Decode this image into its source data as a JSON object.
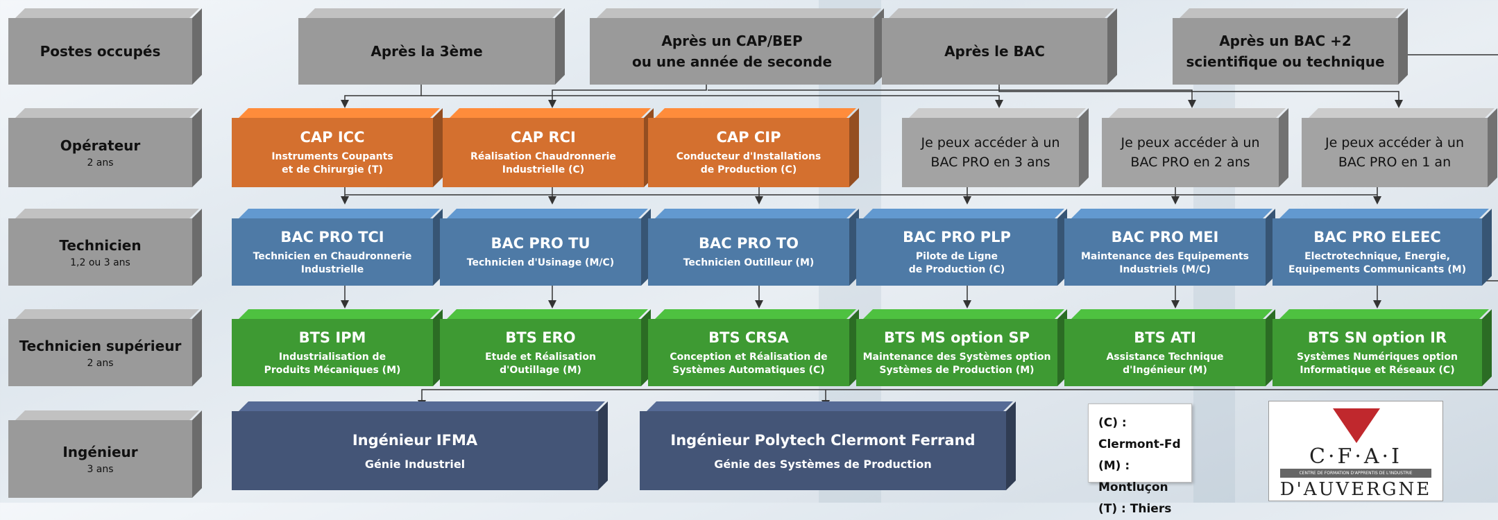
{
  "rows": [
    {
      "title": "Postes occupés",
      "sub": ""
    },
    {
      "title": "Opérateur",
      "sub": "2 ans"
    },
    {
      "title": "Technicien",
      "sub": "1,2 ou 3 ans"
    },
    {
      "title": "Technicien supérieur",
      "sub": "2 ans"
    },
    {
      "title": "Ingénieur",
      "sub": "3 ans"
    }
  ],
  "entries": [
    {
      "line1": "Après la 3ème",
      "line2": ""
    },
    {
      "line1": "Après un CAP/BEP",
      "line2": "ou une année de seconde"
    },
    {
      "line1": "Après le BAC",
      "line2": ""
    },
    {
      "line1": "Après un BAC +2",
      "line2": "scientifique ou technique"
    }
  ],
  "cap": [
    {
      "title": "CAP ICC",
      "sub1": "Instruments Coupants",
      "sub2": "et de Chirurgie (T)"
    },
    {
      "title": "CAP RCI",
      "sub1": "Réalisation Chaudronnerie",
      "sub2": "Industrielle (C)"
    },
    {
      "title": "CAP CIP",
      "sub1": "Conducteur d'Installations",
      "sub2": "de Production (C)"
    }
  ],
  "access": [
    {
      "line1": "Je peux accéder à un",
      "line2": "BAC PRO en 3 ans"
    },
    {
      "line1": "Je peux accéder à un",
      "line2": "BAC PRO en 2 ans"
    },
    {
      "line1": "Je peux accéder à un",
      "line2": "BAC PRO en 1 an"
    }
  ],
  "bacpro": [
    {
      "title": "BAC PRO TCI",
      "sub1": "Technicien en Chaudronnerie",
      "sub2": "Industrielle"
    },
    {
      "title": "BAC PRO TU",
      "sub1": "Technicien d'Usinage (M/C)",
      "sub2": ""
    },
    {
      "title": "BAC PRO TO",
      "sub1": "Technicien Outilleur (M)",
      "sub2": ""
    },
    {
      "title": "BAC PRO PLP",
      "sub1": "Pilote de Ligne",
      "sub2": "de Production (C)"
    },
    {
      "title": "BAC PRO MEI",
      "sub1": "Maintenance des Equipements",
      "sub2": "Industriels (M/C)"
    },
    {
      "title": "BAC PRO ELEEC",
      "sub1": "Electrotechnique, Energie,",
      "sub2": "Equipements Communicants (M)"
    }
  ],
  "bts": [
    {
      "title": "BTS IPM",
      "sub1": "Industrialisation de",
      "sub2": "Produits Mécaniques (M)"
    },
    {
      "title": "BTS ERO",
      "sub1": "Etude et Réalisation",
      "sub2": "d'Outillage (M)"
    },
    {
      "title": "BTS CRSA",
      "sub1": "Conception et Réalisation de",
      "sub2": "Systèmes Automatiques (C)"
    },
    {
      "title": "BTS MS option SP",
      "sub1": "Maintenance des Systèmes option",
      "sub2": "Systèmes de Production (M)"
    },
    {
      "title": "BTS ATI",
      "sub1": "Assistance Technique",
      "sub2": "d'Ingénieur (M)"
    },
    {
      "title": "BTS SN option IR",
      "sub1": "Systèmes Numériques option",
      "sub2": "Informatique et Réseaux (C)"
    }
  ],
  "engineers": [
    {
      "title": "Ingénieur IFMA",
      "sub": "Génie Industriel"
    },
    {
      "title": "Ingénieur Polytech Clermont Ferrand",
      "sub": "Génie des Systèmes de Production"
    }
  ],
  "legend": [
    "(C) : Clermont-Fd",
    "(M) : Montluçon",
    "(T) : Thiers"
  ],
  "logo": {
    "main": "C·F·A·I",
    "band": "CENTRE DE FORMATION D'APPRENTIS DE L'INDUSTRIE",
    "region": "D'AUVERGNE"
  },
  "colors": {
    "orange": "#d4702f",
    "blue": "#4e7aa6",
    "green": "#3e9a33",
    "navy": "#445577",
    "gray": "#9a9a9a"
  }
}
